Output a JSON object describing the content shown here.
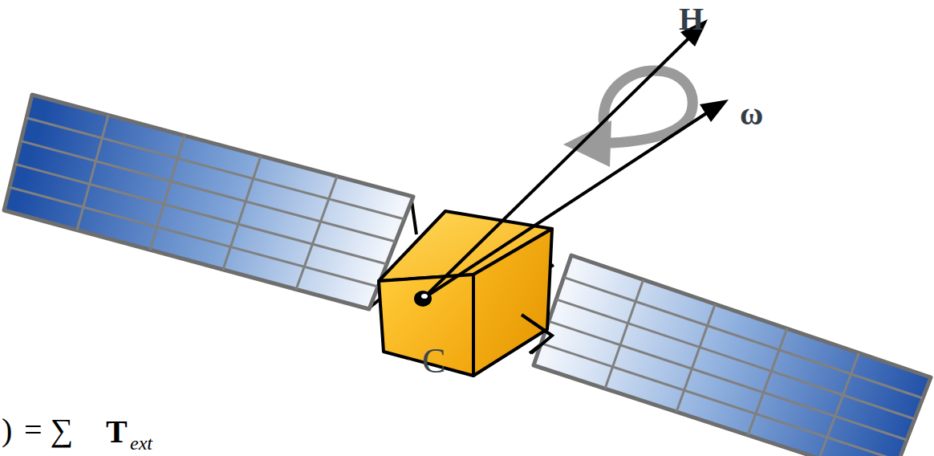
{
  "diagram": {
    "labels": [
      "H",
      "ω",
      "C",
      ")",
      "= ∑",
      "T",
      "ext"
    ]
  }
}
